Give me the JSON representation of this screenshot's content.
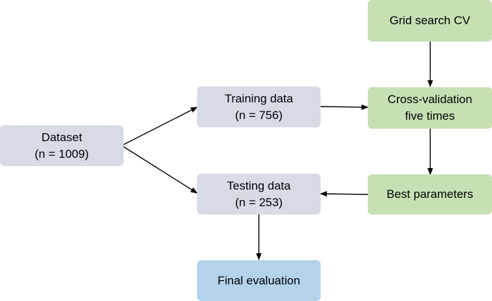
{
  "colors": {
    "gray_box": "#d6dbe5",
    "green_box": "#c6e0b4",
    "blue_box": "#b4d3ea",
    "arrow": "#000000"
  },
  "nodes": {
    "dataset": {
      "line1": "Dataset",
      "line2": "(n = 1009)"
    },
    "training": {
      "line1": "Training data",
      "line2": "(n = 756)"
    },
    "testing": {
      "line1": "Testing data",
      "line2": "(n = 253)"
    },
    "final": {
      "line1": "Final evaluation"
    },
    "grid_search": {
      "line1": "Grid search CV"
    },
    "cross_validation": {
      "line1": "Cross-validation",
      "line2": "five times"
    },
    "best_params": {
      "line1": "Best parameters"
    }
  },
  "edges": [
    {
      "from": "dataset",
      "to": "training"
    },
    {
      "from": "dataset",
      "to": "testing"
    },
    {
      "from": "training",
      "to": "cross_validation"
    },
    {
      "from": "grid_search",
      "to": "cross_validation"
    },
    {
      "from": "cross_validation",
      "to": "best_params"
    },
    {
      "from": "best_params",
      "to": "testing"
    },
    {
      "from": "testing",
      "to": "final"
    }
  ]
}
